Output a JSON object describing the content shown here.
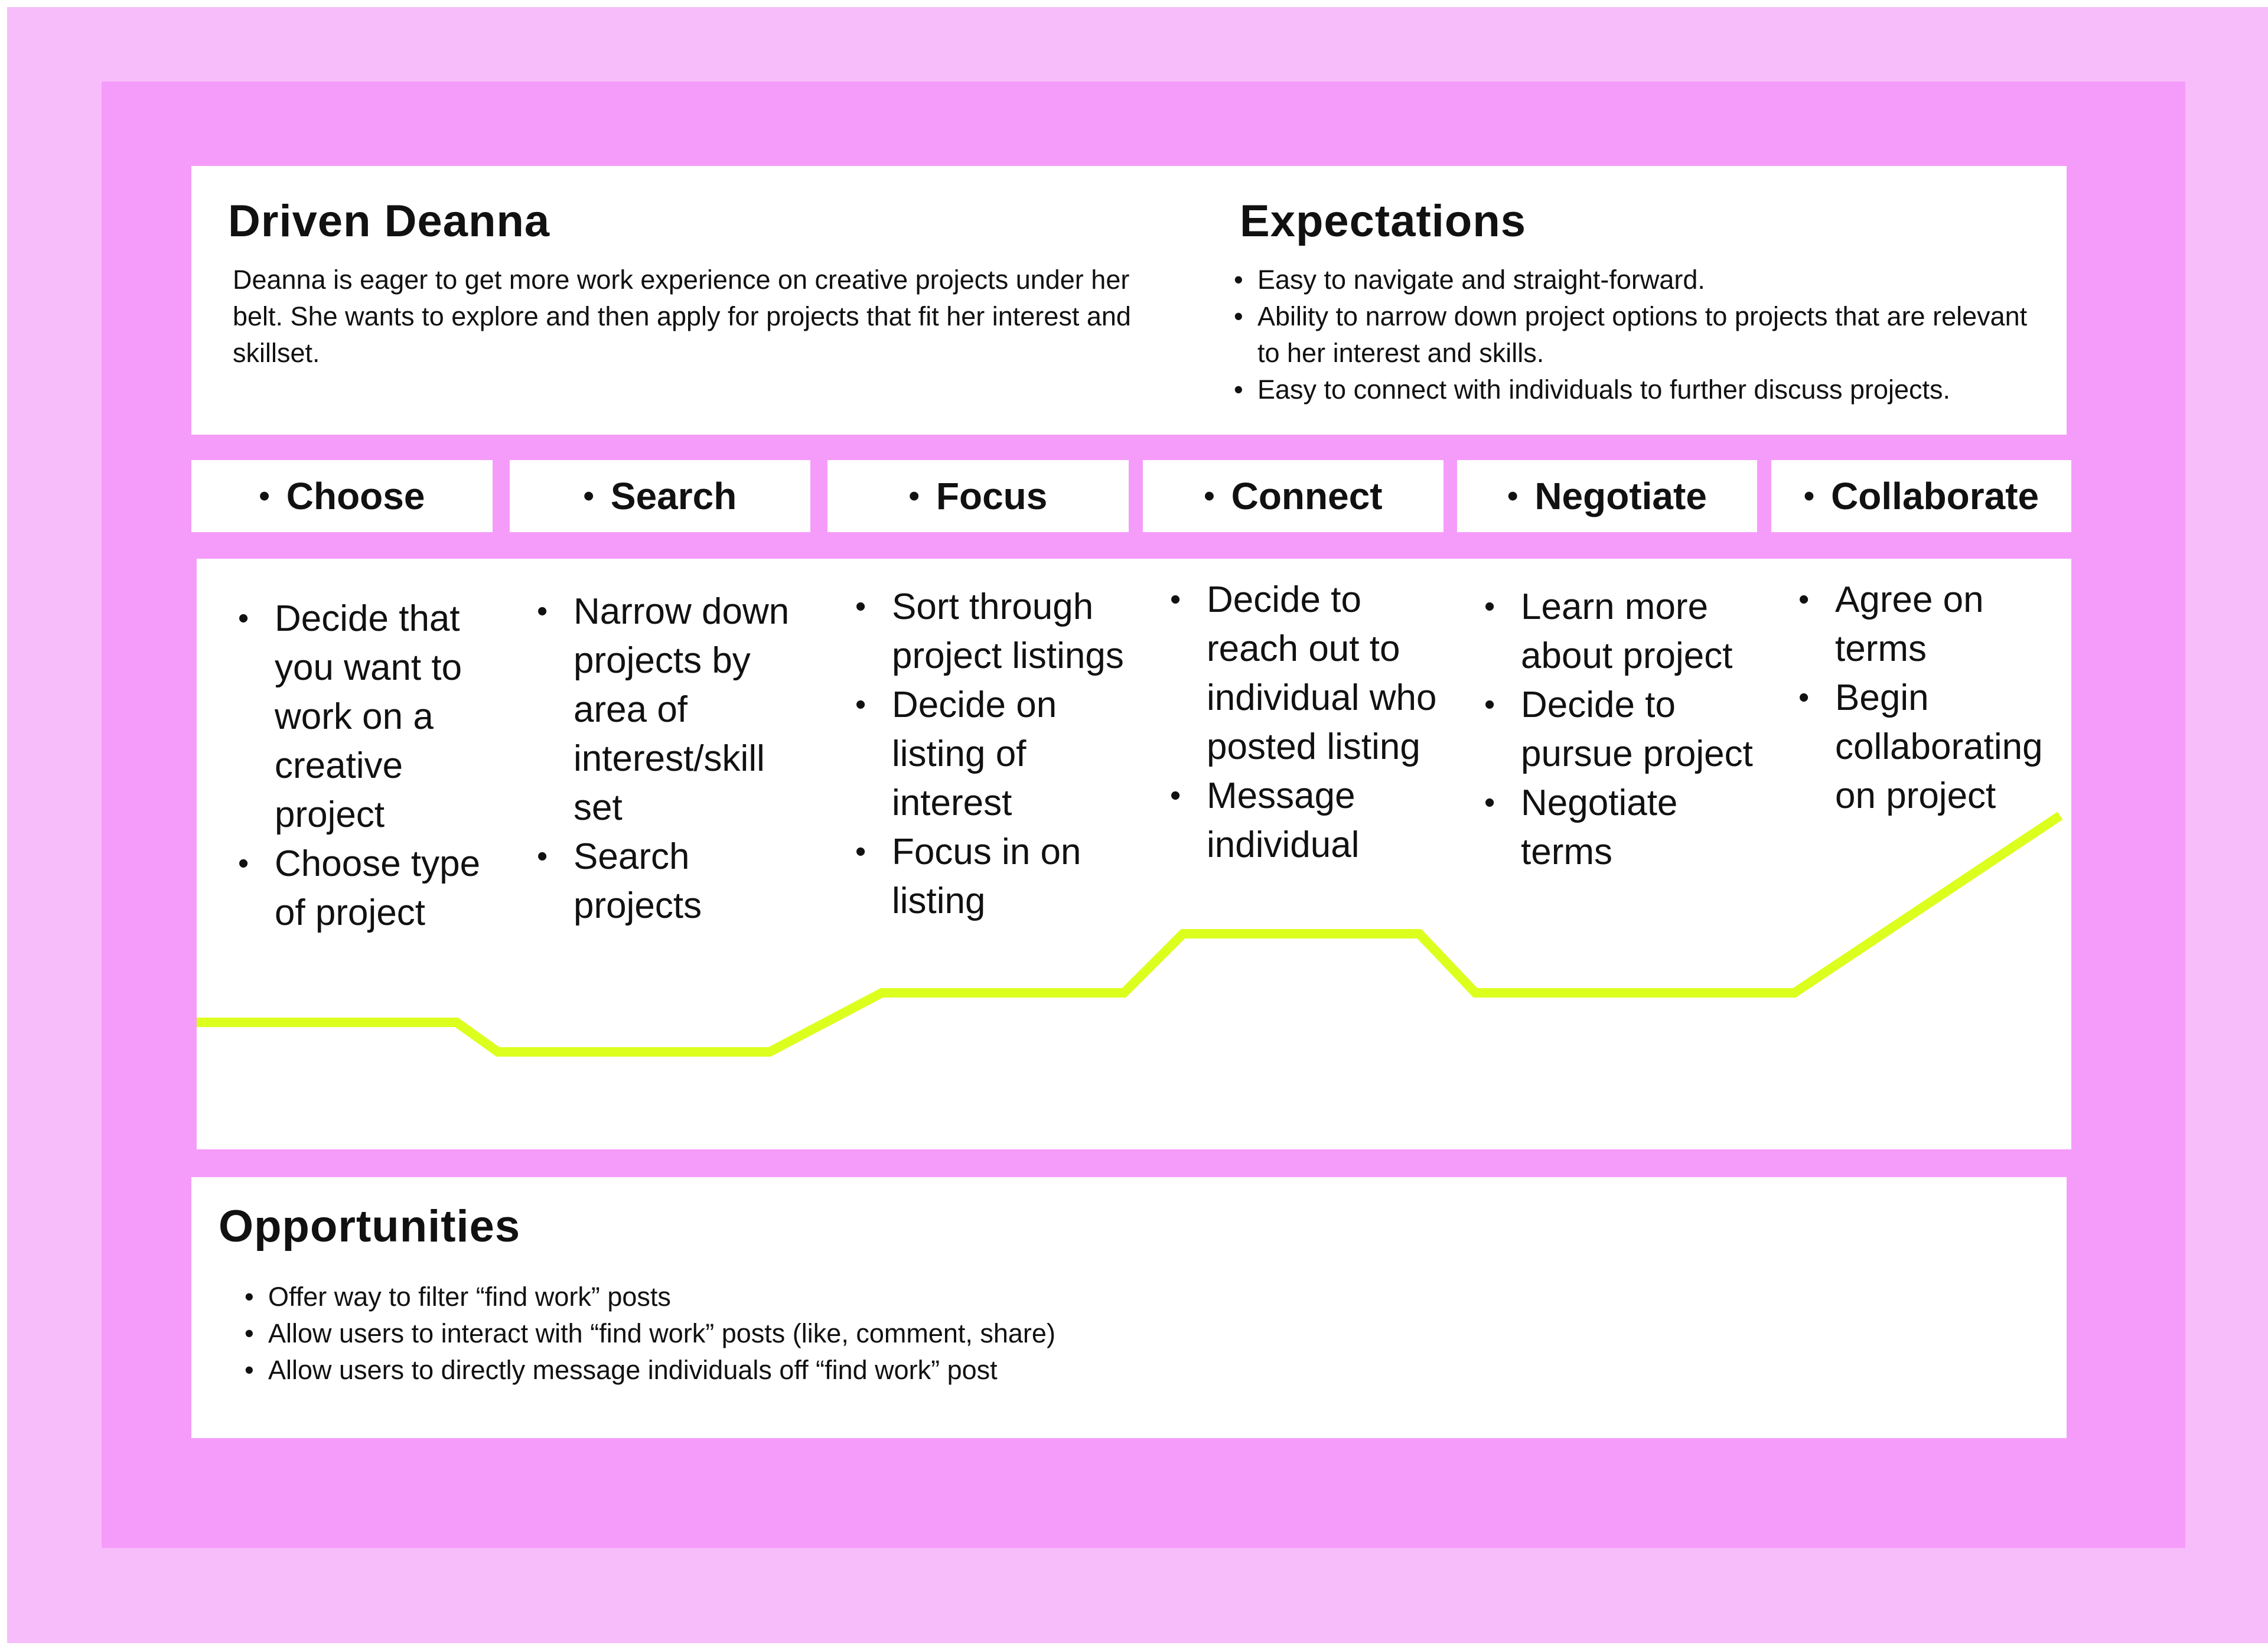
{
  "persona": {
    "name": "Driven Deanna",
    "description": "Deanna is eager to get more work experience on creative projects under her belt. She wants to explore and then apply for projects that fit her interest and skillset."
  },
  "expectations": {
    "title": "Expectations",
    "items": [
      "Easy to navigate and straight-forward.",
      "Ability to narrow down project options to projects that are relevant to her interest and skills.",
      "Easy to connect with individuals to further discuss projects."
    ]
  },
  "stages": [
    {
      "label": "Choose",
      "actions": [
        "Decide that you want to work on a creative project",
        "Choose type of project"
      ]
    },
    {
      "label": "Search",
      "actions": [
        "Narrow down projects by area of interest/skill set",
        "Search projects"
      ]
    },
    {
      "label": "Focus",
      "actions": [
        "Sort through project listings",
        "Decide on listing of interest",
        "Focus in on listing"
      ]
    },
    {
      "label": "Connect",
      "actions": [
        "Decide to reach out to individual who posted listing",
        "Message individual"
      ]
    },
    {
      "label": "Negotiate",
      "actions": [
        "Learn more about project",
        "Decide to pursue project",
        "Negotiate terms"
      ]
    },
    {
      "label": "Collaborate",
      "actions": [
        "Agree on terms",
        "Begin collaborating on project"
      ]
    }
  ],
  "journey_line": {
    "color": "#dcff1e",
    "levels": [
      0.3,
      0.2,
      0.4,
      0.6,
      0.4,
      1.0
    ]
  },
  "opportunities": {
    "title": "Opportunities",
    "items": [
      "Offer way to filter “find work” posts",
      "Allow users to interact with “find work” posts (like, comment, share)",
      "Allow users to directly message individuals off “find work” post"
    ]
  },
  "colors": {
    "outer_background": "#f7bdfb",
    "inner_background": "#f59cfa",
    "card_background": "#ffffff"
  }
}
